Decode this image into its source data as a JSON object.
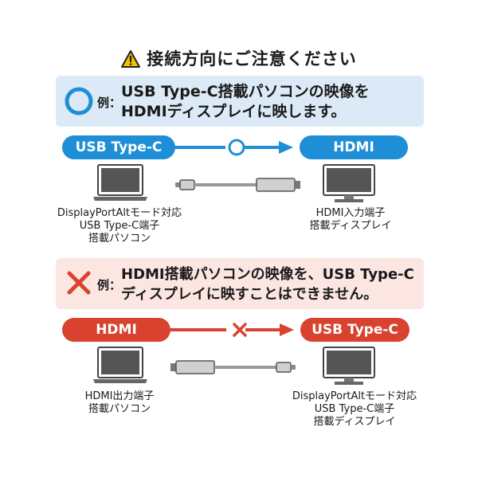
{
  "title": "接続方向にご注意ください",
  "ok": {
    "label": "例",
    "line1": "USB Type-C搭載パソコンの映像を",
    "line2": "HDMIディスプレイに映します。",
    "source": "USB Type-C",
    "target": "HDMI",
    "pc_label": [
      "DisplayPortAltモード対応",
      "USB Type-C端子",
      "搭載パソコン"
    ],
    "display_label": [
      "HDMI入力端子",
      "搭載ディスプレイ"
    ]
  },
  "ng": {
    "label": "例",
    "line1": "HDMI搭載パソコンの映像を、USB Type-C",
    "line2": "ディスプレイに映すことはできません。",
    "source": "HDMI",
    "target": "USB Type-C",
    "pc_label": [
      "HDMI出力端子",
      "搭載パソコン"
    ],
    "display_label": [
      "DisplayPortAltモード対応",
      "USB Type-C端子",
      "搭載ディスプレイ"
    ]
  },
  "colors": {
    "ok": "#1e8fd6",
    "ng": "#d9422f",
    "ok_bg": "#dbeaf6",
    "ng_bg": "#fbe6e2"
  },
  "icons": {
    "warning": "warning-triangle-icon",
    "ok": "circle-icon",
    "ng": "cross-icon"
  }
}
